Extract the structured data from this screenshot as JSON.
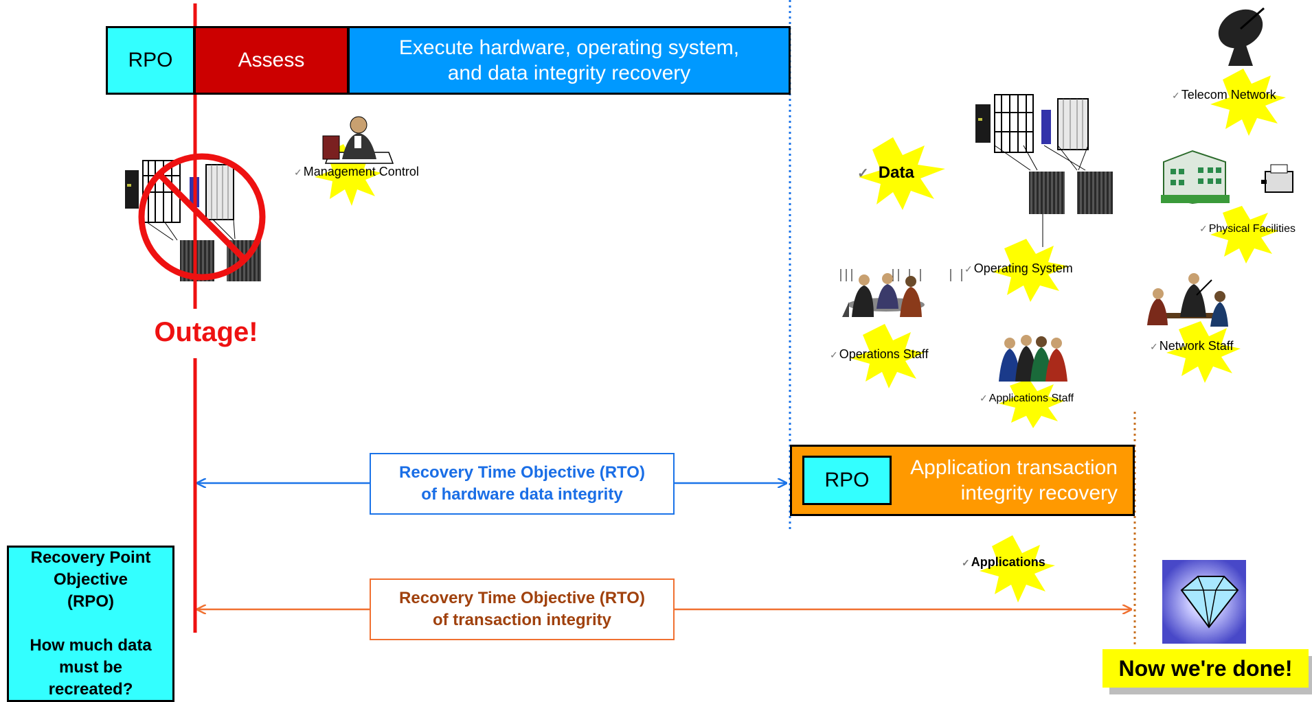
{
  "phases": {
    "rpo": "RPO",
    "assess": "Assess",
    "execute_line1": "Execute hardware, operating system,",
    "execute_line2": "and data integrity recovery"
  },
  "application_phase": {
    "rpo": "RPO",
    "line1": "Application transaction",
    "line2": "integrity recovery"
  },
  "outage": "Outage!",
  "rto_hardware": {
    "line1": "Recovery Time Objective (RTO)",
    "line2": "of hardware data integrity"
  },
  "rto_transaction": {
    "line1": "Recovery Time Objective (RTO)",
    "line2": "of transaction integrity"
  },
  "rpo_card": "Recovery Point\nObjective\n(RPO)\n\nHow much data\nmust be\nrecreated?",
  "checklist": {
    "check_mark": "✓",
    "management_control": "Management Control",
    "data": "Data",
    "telecom_network": "Telecom Network",
    "physical_facilities": "Physical Facilities",
    "operating_system": "Operating System",
    "operations_staff": "Operations Staff",
    "network_staff": "Network Staff",
    "applications_staff": "Applications Staff",
    "applications": "Applications"
  },
  "done": "Now we're done!",
  "colors": {
    "outage_line": "#ee1111",
    "rto_hardware": "#1a73e8",
    "rto_transaction": "#f07030",
    "burst": "#ffff00",
    "rpo": "#33ffff",
    "assess": "#cc0000",
    "execute": "#0099ff",
    "application": "#ff9900"
  }
}
